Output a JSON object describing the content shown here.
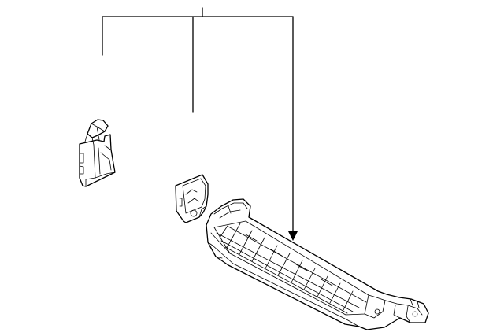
{
  "diagram": {
    "background_color": "#ffffff",
    "line_color": "#000000",
    "parts": [
      {
        "name": "left-bracket"
      },
      {
        "name": "right-bracket"
      },
      {
        "name": "bumper-absorber"
      }
    ]
  }
}
